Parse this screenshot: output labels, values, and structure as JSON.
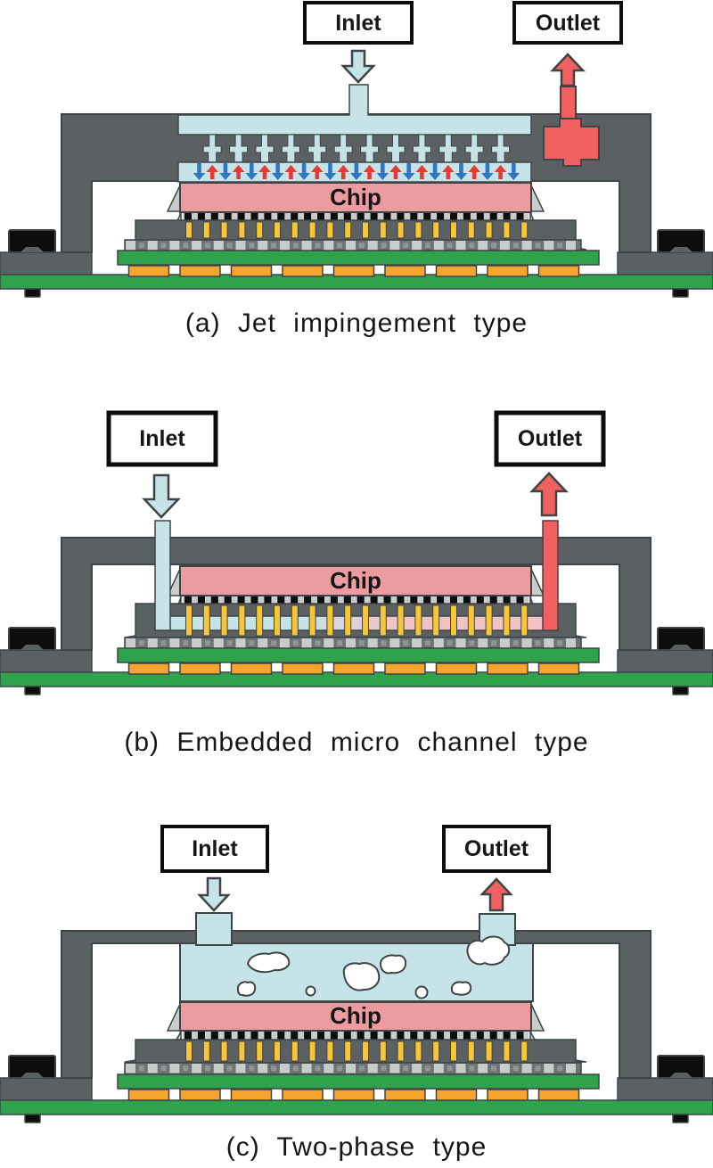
{
  "colors": {
    "outline": "#3F4547",
    "lid": "#5B6163",
    "lightblue": "#C6E3E7",
    "red": "#F26161",
    "chip_pink": "#EC9CA0",
    "channel_pink": "#F2C3C5",
    "lightgray": "#C9CCCB",
    "midgray": "#8F9495",
    "padrow_bg": "#6E7375",
    "green": "#2EA24D",
    "orange": "#F5A42E",
    "yellow": "#F8C537",
    "black": "#0D0D0D",
    "arrow_blue": "#2F77C2",
    "arrow_red": "#E63A35",
    "white": "#FFFFFF",
    "text": "#161616"
  },
  "panels": [
    {
      "caption": "(a) Jet impingement type",
      "inlet_label": "Inlet",
      "outlet_label": "Outlet",
      "chip_label": "Chip"
    },
    {
      "caption": "(b) Embedded micro channel type",
      "inlet_label": "Inlet",
      "outlet_label": "Outlet",
      "chip_label": "Chip"
    },
    {
      "caption": "(c) Two-phase type",
      "inlet_label": "Inlet",
      "outlet_label": "Outlet",
      "chip_label": "Chip"
    }
  ]
}
